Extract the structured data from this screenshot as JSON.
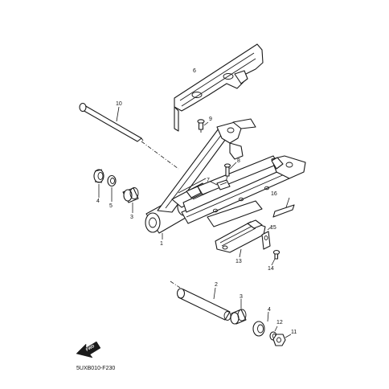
{
  "diagram": {
    "code": "5UXB010-F230",
    "fwd_label": "FWD",
    "callouts": {
      "c1": "1",
      "c2": "2",
      "c3a": "3",
      "c3b": "3",
      "c4a": "4",
      "c4b": "4",
      "c5": "5",
      "c6": "6",
      "c7": "7",
      "c8": "8",
      "c9": "9",
      "c10": "10",
      "c11": "11",
      "c12": "12",
      "c13": "13",
      "c14": "14",
      "c15": "15",
      "c16": "16"
    }
  }
}
